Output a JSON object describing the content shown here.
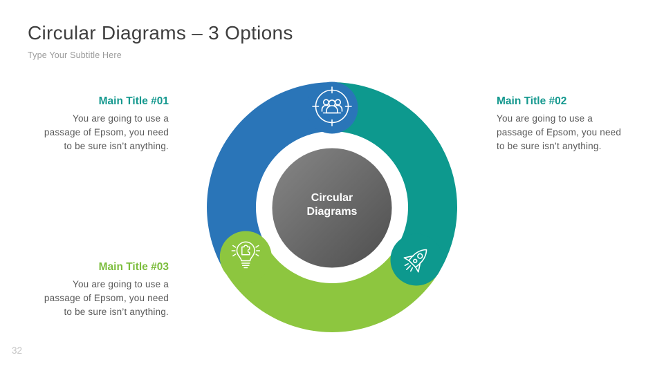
{
  "slide": {
    "title": "Circular Diagrams – 3 Options",
    "subtitle": "Type Your Subtitle Here",
    "page_number": "32"
  },
  "colors": {
    "blue_segment": "#2a75b8",
    "teal_segment": "#0d998e",
    "green_segment": "#8dc63f",
    "teal_heading": "#14988e",
    "green_heading": "#7cbd3d",
    "center_gradient_start": "#878787",
    "center_gradient_end": "#4e4e4e",
    "icon_stroke": "#ffffff",
    "title_text": "#3f3f3f",
    "subtitle_text": "#9b9b9b",
    "body_text": "#595959"
  },
  "diagram": {
    "center_title": "Circular\nDiagrams",
    "segments": [
      {
        "label": "Main Title #01",
        "color": "#2a75b8",
        "icon": "team-target-icon"
      },
      {
        "label": "Main Title #02",
        "color": "#0d998e",
        "icon": "rocket-icon"
      },
      {
        "label": "Main Title #03",
        "color": "#8dc63f",
        "icon": "lightbulb-puzzle-icon"
      }
    ]
  },
  "blocks": [
    {
      "title": "Main Title #01",
      "body": "You are going to use a\npassage of Epsom, you need\nto be sure isn’t anything."
    },
    {
      "title": "Main Title #02",
      "body": "You are going to use a\npassage of Epsom, you need\nto be sure isn’t anything."
    },
    {
      "title": "Main Title #03",
      "body": "You are going to use a\npassage of Epsom, you need\nto be sure isn’t anything."
    }
  ]
}
